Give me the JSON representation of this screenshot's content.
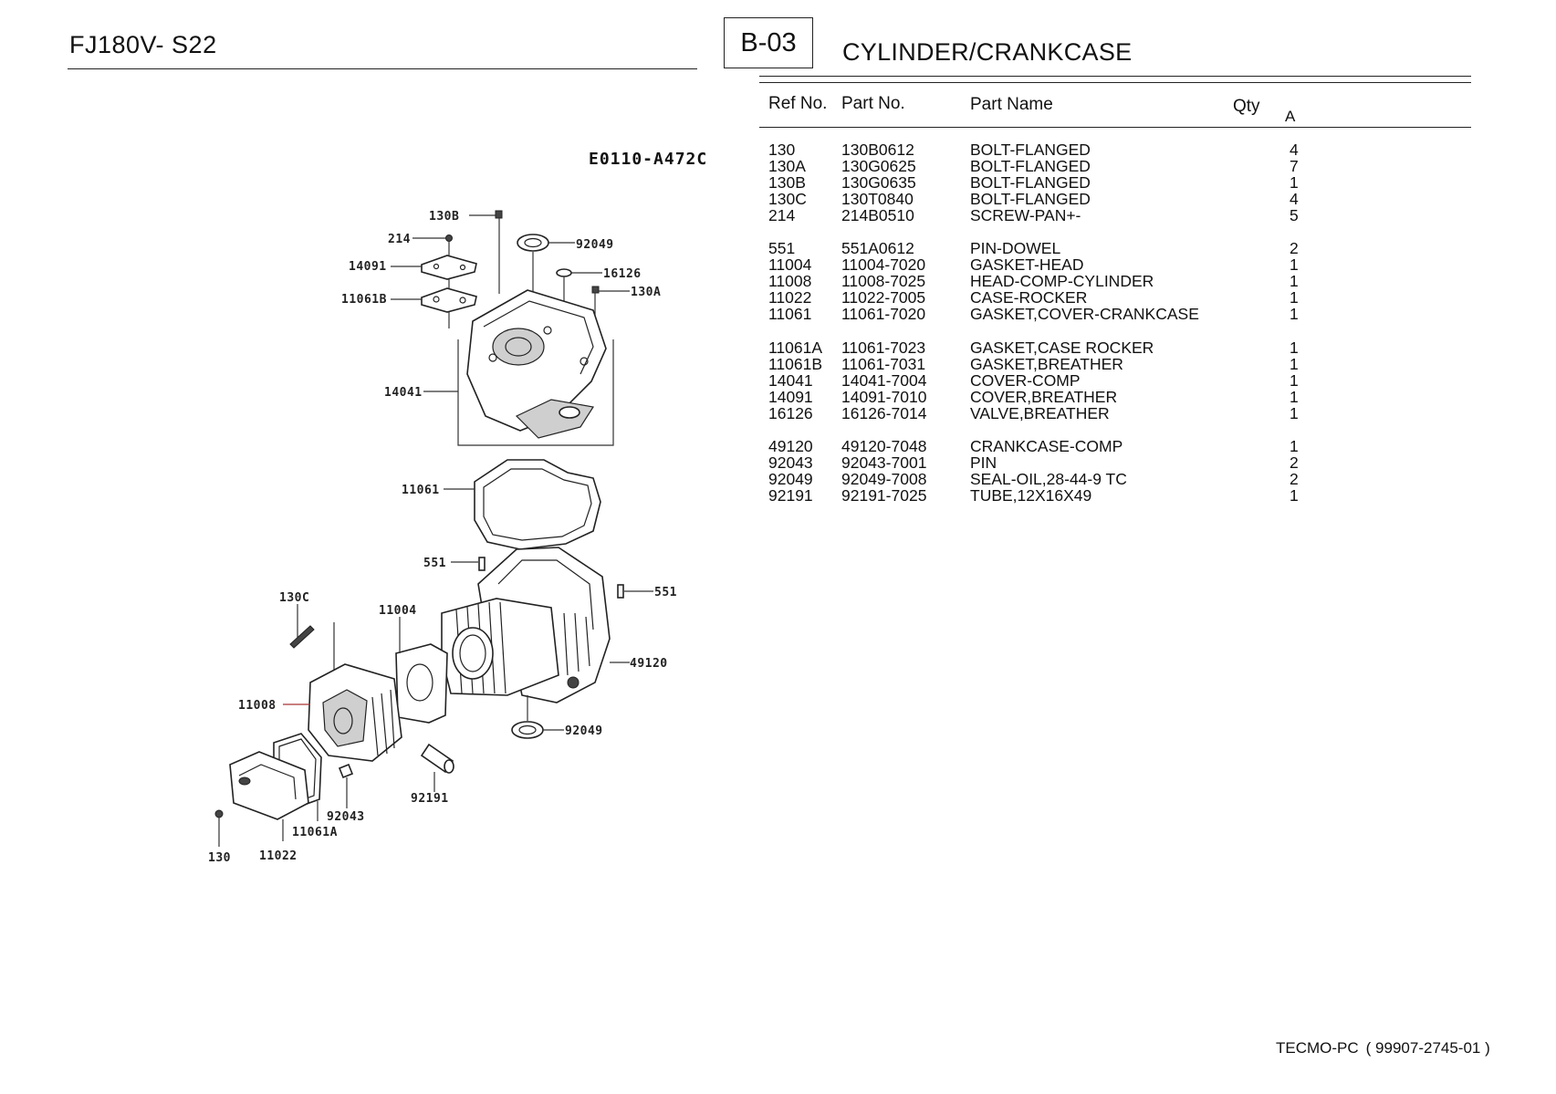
{
  "header": {
    "model": "FJ180V- S22",
    "section_code": "B-03",
    "section_title": "CYLINDER/CRANKCASE"
  },
  "table": {
    "headers": {
      "ref": "Ref No.",
      "part_no": "Part No.",
      "part_name": "Part Name",
      "qty": "Qty",
      "qty_col": "A"
    },
    "rows": [
      {
        "ref": "130",
        "part_no": "130B0612",
        "name": "BOLT-FLANGED",
        "qty": "4"
      },
      {
        "ref": "130A",
        "part_no": "130G0625",
        "name": "BOLT-FLANGED",
        "qty": "7"
      },
      {
        "ref": "130B",
        "part_no": "130G0635",
        "name": "BOLT-FLANGED",
        "qty": "1"
      },
      {
        "ref": "130C",
        "part_no": "130T0840",
        "name": "BOLT-FLANGED",
        "qty": "4"
      },
      {
        "ref": "214",
        "part_no": "214B0510",
        "name": "SCREW-PAN+-",
        "qty": "5"
      },
      {
        "ref": "551",
        "part_no": "551A0612",
        "name": "PIN-DOWEL",
        "qty": "2"
      },
      {
        "ref": "11004",
        "part_no": "11004-7020",
        "name": "GASKET-HEAD",
        "qty": "1"
      },
      {
        "ref": "11008",
        "part_no": "11008-7025",
        "name": "HEAD-COMP-CYLINDER",
        "qty": "1"
      },
      {
        "ref": "11022",
        "part_no": "11022-7005",
        "name": "CASE-ROCKER",
        "qty": "1"
      },
      {
        "ref": "11061",
        "part_no": "11061-7020",
        "name": "GASKET,COVER-CRANKCASE",
        "qty": "1"
      },
      {
        "ref": "11061A",
        "part_no": "11061-7023",
        "name": "GASKET,CASE ROCKER",
        "qty": "1"
      },
      {
        "ref": "11061B",
        "part_no": "11061-7031",
        "name": "GASKET,BREATHER",
        "qty": "1"
      },
      {
        "ref": "14041",
        "part_no": "14041-7004",
        "name": "COVER-COMP",
        "qty": "1"
      },
      {
        "ref": "14091",
        "part_no": "14091-7010",
        "name": "COVER,BREATHER",
        "qty": "1"
      },
      {
        "ref": "16126",
        "part_no": "16126-7014",
        "name": "VALVE,BREATHER",
        "qty": "1"
      },
      {
        "ref": "49120",
        "part_no": "49120-7048",
        "name": "CRANKCASE-COMP",
        "qty": "1"
      },
      {
        "ref": "92043",
        "part_no": "92043-7001",
        "name": "PIN",
        "qty": "2"
      },
      {
        "ref": "92049",
        "part_no": "92049-7008",
        "name": "SEAL-OIL,28-44-9 TC",
        "qty": "2"
      },
      {
        "ref": "92191",
        "part_no": "92191-7025",
        "name": "TUBE,12X16X49",
        "qty": "1"
      }
    ]
  },
  "diagram": {
    "code": "E0110-A472C",
    "callouts": [
      "130B",
      "214",
      "92049",
      "14091",
      "16126",
      "130A",
      "11061B",
      "14041",
      "11061",
      "551",
      "551",
      "130C",
      "11004",
      "49120",
      "11008",
      "92049",
      "92191",
      "92043",
      "11061A",
      "130",
      "11022"
    ]
  },
  "footer": {
    "brand": "TECMO-PC",
    "doc_number": "( 99907-2745-01 )"
  }
}
